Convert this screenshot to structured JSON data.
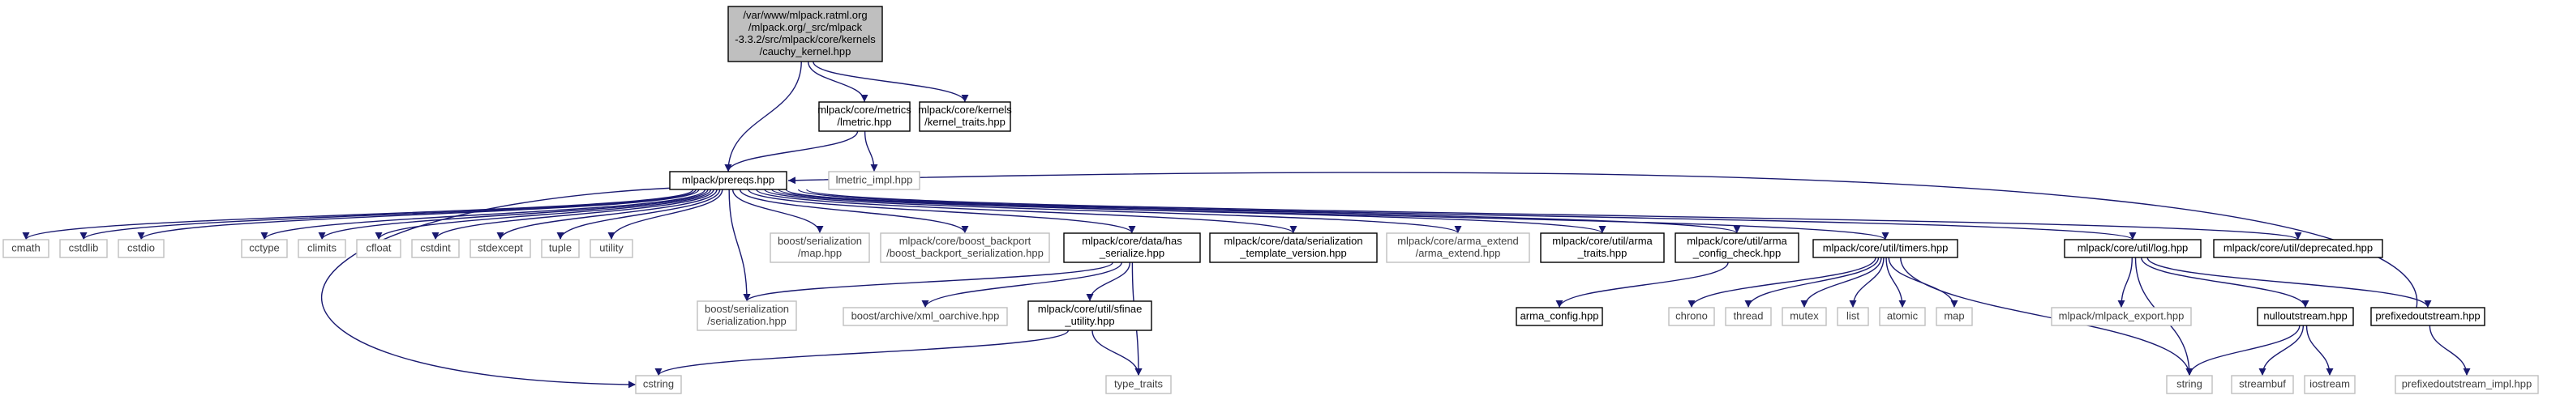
{
  "colors": {
    "edge": "#191970",
    "root_fill": "#bfbfbf",
    "node_fill": "#ffffff",
    "node_border": "#000000",
    "external_border": "#bfbfbf",
    "external_text": "#404040",
    "text": "#000000"
  },
  "nodes": [
    {
      "id": "root",
      "kind": "root",
      "lines": [
        "/var/www/mlpack.ratml.org",
        "/mlpack.org/_src/mlpack",
        "-3.3.2/src/mlpack/core/kernels",
        "/cauchy_kernel.hpp"
      ]
    },
    {
      "id": "lmetric",
      "kind": "internal",
      "lines": [
        "mlpack/core/metrics",
        "/lmetric.hpp"
      ]
    },
    {
      "id": "kernel_traits",
      "kind": "internal",
      "lines": [
        "mlpack/core/kernels",
        "/kernel_traits.hpp"
      ]
    },
    {
      "id": "prereqs",
      "kind": "internal",
      "lines": [
        "mlpack/prereqs.hpp"
      ]
    },
    {
      "id": "lmetric_impl",
      "kind": "external",
      "lines": [
        "lmetric_impl.hpp"
      ]
    },
    {
      "id": "cmath",
      "kind": "external",
      "lines": [
        "cmath"
      ]
    },
    {
      "id": "cstdlib",
      "kind": "external",
      "lines": [
        "cstdlib"
      ]
    },
    {
      "id": "cstdio",
      "kind": "external",
      "lines": [
        "cstdio"
      ]
    },
    {
      "id": "cctype",
      "kind": "external",
      "lines": [
        "cctype"
      ]
    },
    {
      "id": "climits",
      "kind": "external",
      "lines": [
        "climits"
      ]
    },
    {
      "id": "cfloat",
      "kind": "external",
      "lines": [
        "cfloat"
      ]
    },
    {
      "id": "cstdint",
      "kind": "external",
      "lines": [
        "cstdint"
      ]
    },
    {
      "id": "stdexcept",
      "kind": "external",
      "lines": [
        "stdexcept"
      ]
    },
    {
      "id": "tuple",
      "kind": "external",
      "lines": [
        "tuple"
      ]
    },
    {
      "id": "utility",
      "kind": "external",
      "lines": [
        "utility"
      ]
    },
    {
      "id": "boost_map",
      "kind": "external",
      "lines": [
        "boost/serialization",
        "/map.hpp"
      ]
    },
    {
      "id": "boost_backport",
      "kind": "external",
      "lines": [
        "mlpack/core/boost_backport",
        "/boost_backport_serialization.hpp"
      ]
    },
    {
      "id": "has_serialize",
      "kind": "internal",
      "lines": [
        "mlpack/core/data/has",
        "_serialize.hpp"
      ]
    },
    {
      "id": "serialization_template",
      "kind": "internal",
      "lines": [
        "mlpack/core/data/serialization",
        "_template_version.hpp"
      ]
    },
    {
      "id": "arma_extend",
      "kind": "external",
      "lines": [
        "mlpack/core/arma_extend",
        "/arma_extend.hpp"
      ]
    },
    {
      "id": "arma_traits",
      "kind": "internal",
      "lines": [
        "mlpack/core/util/arma",
        "_traits.hpp"
      ]
    },
    {
      "id": "arma_config_check",
      "kind": "internal",
      "lines": [
        "mlpack/core/util/arma",
        "_config_check.hpp"
      ]
    },
    {
      "id": "timers",
      "kind": "internal",
      "lines": [
        "mlpack/core/util/timers.hpp"
      ]
    },
    {
      "id": "log",
      "kind": "internal",
      "lines": [
        "mlpack/core/util/log.hpp"
      ]
    },
    {
      "id": "deprecated",
      "kind": "internal",
      "lines": [
        "mlpack/core/util/deprecated.hpp"
      ]
    },
    {
      "id": "boost_serialization",
      "kind": "external",
      "lines": [
        "boost/serialization",
        "/serialization.hpp"
      ]
    },
    {
      "id": "xml_oarchive",
      "kind": "external",
      "lines": [
        "boost/archive/xml_oarchive.hpp"
      ]
    },
    {
      "id": "sfinae",
      "kind": "internal",
      "lines": [
        "mlpack/core/util/sfinae",
        "_utility.hpp"
      ]
    },
    {
      "id": "arma_config",
      "kind": "internal",
      "lines": [
        "arma_config.hpp"
      ]
    },
    {
      "id": "chrono",
      "kind": "external",
      "lines": [
        "chrono"
      ]
    },
    {
      "id": "thread",
      "kind": "external",
      "lines": [
        "thread"
      ]
    },
    {
      "id": "mutex",
      "kind": "external",
      "lines": [
        "mutex"
      ]
    },
    {
      "id": "list",
      "kind": "external",
      "lines": [
        "list"
      ]
    },
    {
      "id": "atomic",
      "kind": "external",
      "lines": [
        "atomic"
      ]
    },
    {
      "id": "map",
      "kind": "external",
      "lines": [
        "map"
      ]
    },
    {
      "id": "mlpack_export",
      "kind": "external",
      "lines": [
        "mlpack/mlpack_export.hpp"
      ]
    },
    {
      "id": "nulloutstream",
      "kind": "internal",
      "lines": [
        "nulloutstream.hpp"
      ]
    },
    {
      "id": "prefixedoutstream",
      "kind": "internal",
      "lines": [
        "prefixedoutstream.hpp"
      ]
    },
    {
      "id": "cstring",
      "kind": "external",
      "lines": [
        "cstring"
      ]
    },
    {
      "id": "type_traits",
      "kind": "external",
      "lines": [
        "type_traits"
      ]
    },
    {
      "id": "string",
      "kind": "external",
      "lines": [
        "string"
      ]
    },
    {
      "id": "streambuf",
      "kind": "external",
      "lines": [
        "streambuf"
      ]
    },
    {
      "id": "iostream",
      "kind": "external",
      "lines": [
        "iostream"
      ]
    },
    {
      "id": "prefixedoutstream_impl",
      "kind": "external",
      "lines": [
        "prefixedoutstream_impl.hpp"
      ]
    }
  ],
  "edges": [
    [
      "root",
      "lmetric"
    ],
    [
      "root",
      "kernel_traits"
    ],
    [
      "root",
      "prereqs"
    ],
    [
      "lmetric",
      "prereqs"
    ],
    [
      "lmetric",
      "lmetric_impl"
    ],
    [
      "prereqs",
      "cmath"
    ],
    [
      "prereqs",
      "cstdlib"
    ],
    [
      "prereqs",
      "cstdio"
    ],
    [
      "prereqs",
      "cctype"
    ],
    [
      "prereqs",
      "climits"
    ],
    [
      "prereqs",
      "cfloat"
    ],
    [
      "prereqs",
      "cstdint"
    ],
    [
      "prereqs",
      "stdexcept"
    ],
    [
      "prereqs",
      "tuple"
    ],
    [
      "prereqs",
      "utility"
    ],
    [
      "prereqs",
      "cstring"
    ],
    [
      "prereqs",
      "boost_serialization"
    ],
    [
      "prereqs",
      "boost_map"
    ],
    [
      "prereqs",
      "boost_backport"
    ],
    [
      "prereqs",
      "has_serialize"
    ],
    [
      "prereqs",
      "serialization_template"
    ],
    [
      "prereqs",
      "arma_extend"
    ],
    [
      "prereqs",
      "arma_traits"
    ],
    [
      "prereqs",
      "arma_config_check"
    ],
    [
      "prereqs",
      "timers"
    ],
    [
      "prereqs",
      "log"
    ],
    [
      "prereqs",
      "deprecated"
    ],
    [
      "has_serialize",
      "boost_serialization"
    ],
    [
      "has_serialize",
      "xml_oarchive"
    ],
    [
      "has_serialize",
      "sfinae"
    ],
    [
      "has_serialize",
      "type_traits"
    ],
    [
      "sfinae",
      "cstring"
    ],
    [
      "sfinae",
      "type_traits"
    ],
    [
      "arma_config_check",
      "arma_config"
    ],
    [
      "timers",
      "chrono"
    ],
    [
      "timers",
      "thread"
    ],
    [
      "timers",
      "mutex"
    ],
    [
      "timers",
      "list"
    ],
    [
      "timers",
      "atomic"
    ],
    [
      "timers",
      "map"
    ],
    [
      "timers",
      "string"
    ],
    [
      "log",
      "mlpack_export"
    ],
    [
      "log",
      "string"
    ],
    [
      "log",
      "nulloutstream"
    ],
    [
      "log",
      "prefixedoutstream"
    ],
    [
      "nulloutstream",
      "string"
    ],
    [
      "nulloutstream",
      "streambuf"
    ],
    [
      "nulloutstream",
      "iostream"
    ],
    [
      "prefixedoutstream",
      "prefixedoutstream_impl"
    ],
    [
      "prefixedoutstream",
      "prereqs"
    ]
  ]
}
